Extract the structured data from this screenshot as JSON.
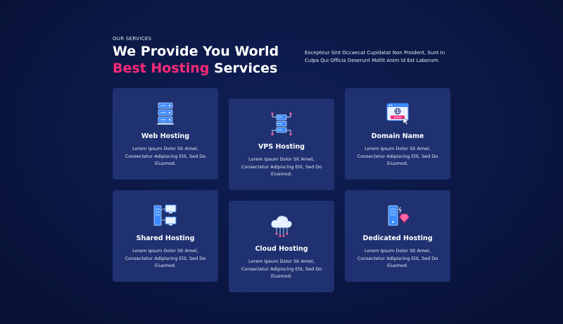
{
  "header": {
    "eyebrow": "OUR SERVICES",
    "title_line1": "We Provide You World",
    "title_accent": "Best Hosting",
    "title_rest": " Services",
    "description": "Excepteur Sint Occaecat Cupidatat Non Proident, Sunt In Culpa Qui Officia Deserunt Mollit Anim Id Est Laborum."
  },
  "colors": {
    "background": "#0b1744",
    "card": "#1f3170",
    "accent": "#ff2a77",
    "icon_blue": "#3d8bff",
    "icon_light": "#bfe0ff"
  },
  "cards": [
    {
      "title": "Web Hosting",
      "text": "Lorem Ipsum Dolor Sit Amet, Consectetur Adipiscing Elit, Sed Do Eiusmod.",
      "icon": "server-rack-icon"
    },
    {
      "title": "VPS Hosting",
      "text": "Lorem Ipsum Dolor Sit Amet, Consectetur Adipiscing Elit, Sed Do Eiusmod.",
      "icon": "vps-server-icon"
    },
    {
      "title": "Domain Name",
      "text": "Lorem Ipsum Dolor Sit Amet, Consectetur Adipiscing Elit, Sed Do Eiusmod.",
      "icon": "domain-browser-icon",
      "icon_label": "WWW"
    },
    {
      "title": "Shared Hosting",
      "text": "Lorem Ipsum Dolor Sit Amet, Consectetur Adipiscing Elit, Sed Do Eiusmod.",
      "icon": "shared-computers-icon"
    },
    {
      "title": "Cloud Hosting",
      "text": "Lorem Ipsum Dolor Sit Amet, Consectetur Adipiscing Elit, Sed Do Eiusmod.",
      "icon": "cloud-network-icon"
    },
    {
      "title": "Dedicated Hosting",
      "text": "Lorem Ipsum Dolor Sit Amet, Consectetur Adipiscing Elit, Sed Do Eiusmod.",
      "icon": "dedicated-server-diamond-icon"
    }
  ]
}
